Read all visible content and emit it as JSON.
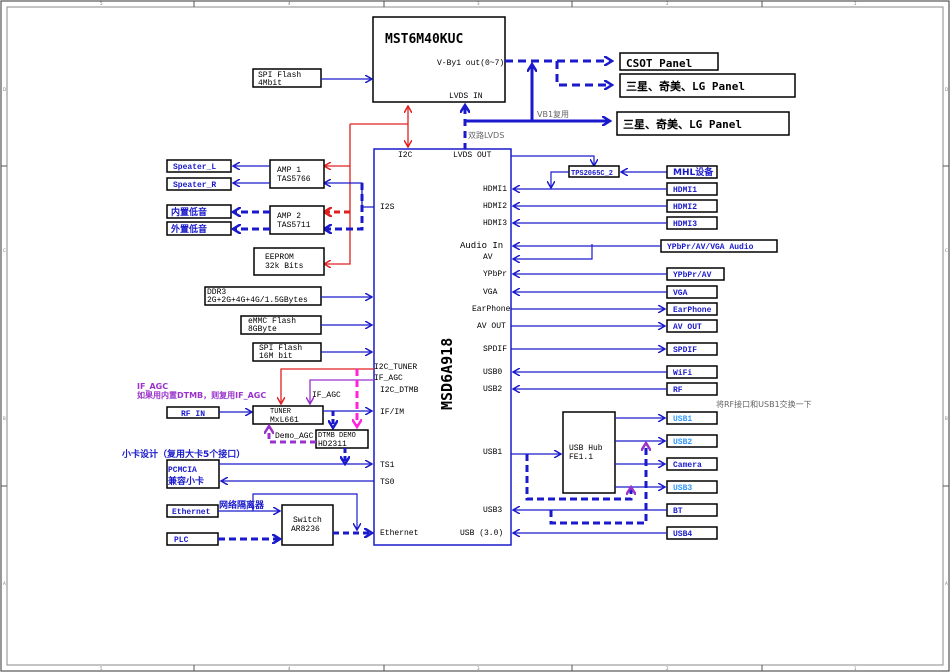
{
  "frame": {
    "columns": [
      "5",
      "4",
      "3",
      "2",
      "1"
    ],
    "rows": [
      "D",
      "C",
      "B",
      "A"
    ]
  },
  "colors": {
    "signal": "#1a1acc",
    "i2c": "#e02020",
    "agc": "#9933cc",
    "demo": "#ff22dd",
    "box": "#000000"
  },
  "chips": {
    "mst": {
      "name": "MST6M40KUC",
      "vby1": "V-By1 out(0~7)",
      "lvds_in": "LVDS IN"
    },
    "msd": {
      "name": "MSD6A918",
      "left_pins": [
        "I2C",
        "I2S",
        "I2C_TUNER",
        "IF_AGC",
        "I2C_DTMB",
        "IF/IM",
        "TS1",
        "TS0",
        "Ethernet"
      ],
      "top_pins": {
        "i2c": "I2C",
        "lvds_out": "LVDS OUT"
      },
      "right_pins": [
        "HDMI1",
        "HDMI2",
        "HDMI3",
        "Audio In",
        "AV",
        "YPbPr",
        "VGA",
        "EarPhone",
        "AV OUT",
        "SPDIF",
        "USB0",
        "USB2",
        "USB1",
        "USB3",
        "USB (3.0)"
      ]
    }
  },
  "panels": [
    "CSOT Panel",
    "三星、奇美、LG Panel",
    "三星、奇美、LG Panel"
  ],
  "labels": {
    "vb1_reuse": "VB1复用",
    "dual_lvds": "双路LVDS",
    "if_agc_note_1": "IF_AGC",
    "if_agc_note_2": "如果用内置DTMB，则复用IF_AGC",
    "if_agc_tuner": "IF_AGC",
    "demo_agc": "Demo_AGC",
    "small_card": "小卡设计（复用大卡5个接口）",
    "net_isolator": "网络隔离器",
    "rf_swap_note": "将RF接口和USB1交换一下"
  },
  "left_blocks": {
    "spi4": [
      "SPI Flash",
      "4Mbit"
    ],
    "amp1": [
      "AMP 1",
      "TAS5766"
    ],
    "amp2": [
      "AMP 2",
      "TAS5711"
    ],
    "eeprom": [
      "EEPROM",
      "32k Bits"
    ],
    "ddr3": [
      "DDR3",
      "2G+2G+4G+4G/1.5GBytes"
    ],
    "emmc": [
      "eMMC Flash",
      "8GByte"
    ],
    "spi16": [
      "SPI Flash",
      "16M bit"
    ],
    "tuner": [
      "TUNER",
      "MxL661"
    ],
    "dtmb": [
      "DTMB DEMO",
      "HD2311"
    ],
    "pcmcia": [
      "PCMCIA",
      "兼容小卡"
    ],
    "switch": [
      "Switch",
      "AR8236"
    ]
  },
  "left_ports": {
    "speaker_l": "Speater_L",
    "speaker_r": "Speater_R",
    "sub_int": "内置低音",
    "sub_ext": "外置低音",
    "rf_in": "RF IN",
    "ethernet": "Ethernet",
    "plc": "PLC"
  },
  "right_blocks": {
    "tps": "TPS2065C_2",
    "usb_hub": [
      "USB Hub",
      "FE1.1"
    ]
  },
  "right_ports": {
    "mhl": "MHL设备",
    "hdmi1": "HDMI1",
    "hdmi2": "HDMI2",
    "hdmi3": "HDMI3",
    "ypbpr_audio": "YPbPr/AV/VGA  Audio",
    "ypbpr_av": "YPbPr/AV",
    "vga": "VGA",
    "earphone": "EarPhone",
    "av_out": "AV OUT",
    "spdif": "SPDIF",
    "wifi": "WiFi",
    "rf": "RF",
    "usb1": "USB1",
    "usb2": "USB2",
    "camera": "Camera",
    "usb3": "USB3",
    "bt": "BT",
    "usb4": "USB4"
  }
}
